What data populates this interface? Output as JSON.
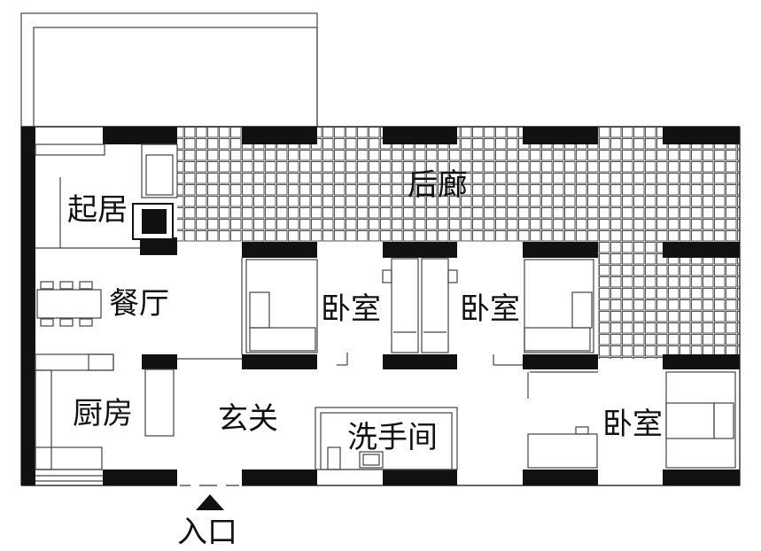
{
  "rooms": {
    "back_corridor": "后廊",
    "living": "起居",
    "dining": "餐厅",
    "bedroom_1": "卧室",
    "bedroom_2": "卧室",
    "bedroom_3": "卧室",
    "kitchen": "厨房",
    "foyer": "玄关",
    "washroom": "洗手间"
  },
  "entrance": "入口",
  "colors": {
    "wall": "#111111",
    "line": "#333333",
    "background": "#ffffff"
  }
}
